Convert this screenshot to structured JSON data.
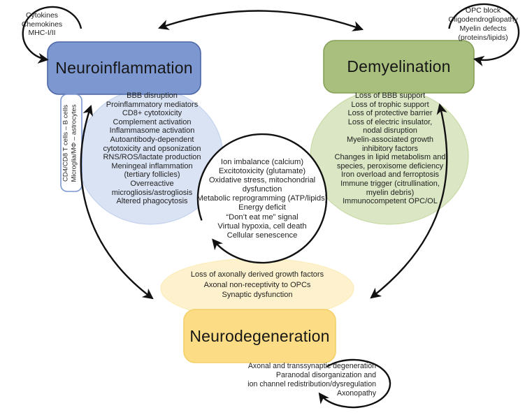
{
  "diagram": {
    "nodes": {
      "neuroinflammation": "Neuroinflammation",
      "demyelination": "Demyelination",
      "neurodegeneration": "Neurodegeneration"
    },
    "cell_types_sidebar": [
      "CD4/CD8 T cells – B cells",
      "Microglia/MΦ – astrocytes"
    ],
    "neuroinflammation_triggers": [
      "Cytokines",
      "Chemokines",
      "MHC-I/II"
    ],
    "demyelination_triggers": [
      "OPC block",
      "Oligodendrogliopathy",
      "Myelin defects",
      "(proteins/lipids)"
    ],
    "neuroinflammation_effects": [
      "BBB disruption",
      "Proinflammatory mediators",
      "CD8+ cytotoxicity",
      "Complement activation",
      "Inflammasome activation",
      "Autoantibody-dependent",
      "cytotoxicity and opsonization",
      "RNS/ROS/lactate production",
      "Meningeal inflammation",
      "(tertiary follicles)",
      "Overreactive",
      "microgliosis/astrogliosis",
      "Altered phagocytosis"
    ],
    "demyelination_effects": [
      "Loss of BBB support",
      "Loss of trophic support",
      "Loss of protective barrier",
      "Loss of electric insulator,",
      "nodal disruption",
      "Myelin-associated growth",
      "inhibitory factors",
      "Changes in lipid metabolism and",
      "species, peroxisome deficiency",
      "Iron overload and ferroptosis",
      "Immune trigger (citrullination,",
      "myelin debris)",
      "Immunocompetent OPC/OL"
    ],
    "shared_mechanisms": [
      "Ion imbalance (calcium)",
      "Excitotoxicity (glutamate)",
      "Oxidative stress, mitochondrial",
      "dysfunction",
      "Metabolic reprogramming (ATP/lipids)",
      "Energy deficit",
      "“Don’t eat me” signal",
      "Virtual hypoxia, cell death",
      "Cellular senescence"
    ],
    "axon_opc_effects": [
      "Loss of axonally derived growth factors",
      "Axonal non-receptivity to OPCs",
      "Synaptic dysfunction"
    ],
    "neurodegeneration_outcomes": [
      "Axonal and transsynaptic degeneration",
      "Paranodal disorganization and",
      "ion channel redistribution/dysregulation",
      "Axonopathy"
    ]
  },
  "colors": {
    "neuroinflammation_fill": "#7d97d0",
    "neuroinflammation_border": "#4d67a6",
    "neuroinflammation_light": "#dae3f4",
    "demyelination_fill": "#a9bf7e",
    "demyelination_border": "#86a157",
    "demyelination_light": "#dbe6c4",
    "neurodegeneration_fill": "#fcdd86",
    "neurodegeneration_border": "#f4d069",
    "neurodegeneration_light": "#fdf2cd",
    "arrow": "#111111"
  }
}
